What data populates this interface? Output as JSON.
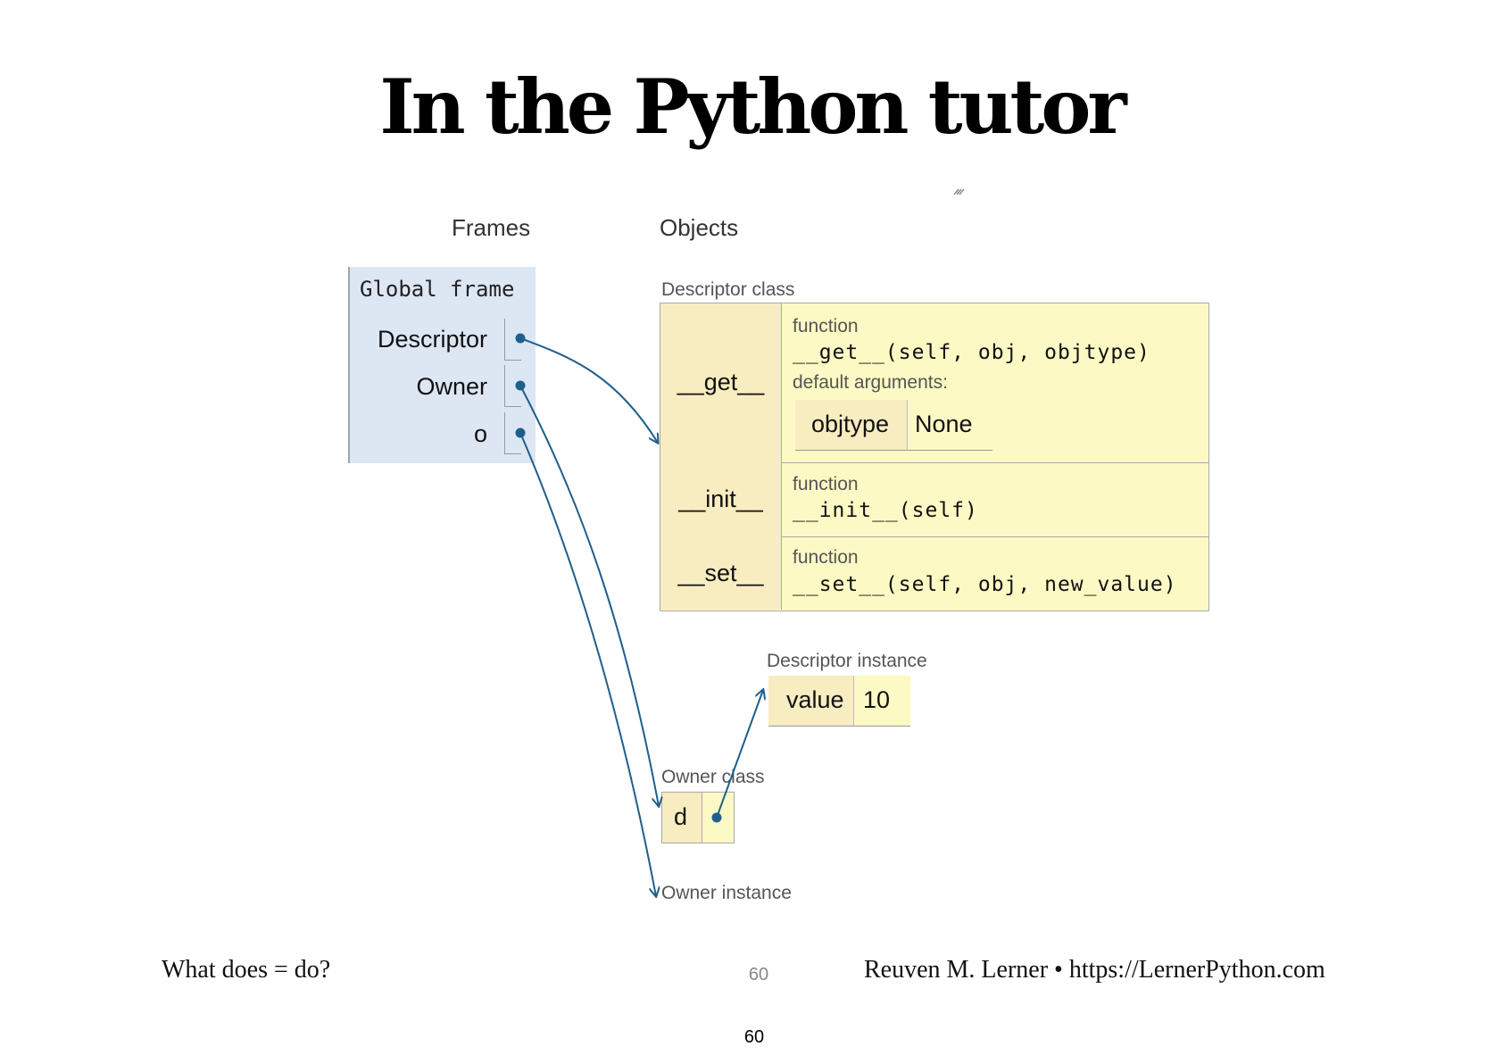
{
  "title": "In the Python tutor",
  "headers": {
    "frames": "Frames",
    "objects": "Objects"
  },
  "global_frame": {
    "label": "Global frame",
    "variables": [
      "Descriptor",
      "Owner",
      "o"
    ]
  },
  "descriptor_class": {
    "label": "Descriptor class",
    "methods": [
      {
        "name": "__get__",
        "type": "function",
        "signature": "__get__(self, obj, objtype)",
        "defaults_label": "default arguments:",
        "default_key": "objtype",
        "default_value": "None"
      },
      {
        "name": "__init__",
        "type": "function",
        "signature": "__init__(self)"
      },
      {
        "name": "__set__",
        "type": "function",
        "signature": "__set__(self, obj, new_value)"
      }
    ]
  },
  "descriptor_instance": {
    "label": "Descriptor instance",
    "key": "value",
    "value": "10"
  },
  "owner_class": {
    "label": "Owner class",
    "key": "d"
  },
  "owner_instance": {
    "label": "Owner instance"
  },
  "footer": {
    "left": "What does = do?",
    "page_grey": "60",
    "right": "Reuven M. Lerner • https://LernerPython.com",
    "page_black": "60"
  },
  "colors": {
    "arrow": "#1f5f8b",
    "frame_bg": "#dde6f3",
    "obj_bg": "#fdf9c4",
    "key_bg": "#f8ecc1"
  }
}
